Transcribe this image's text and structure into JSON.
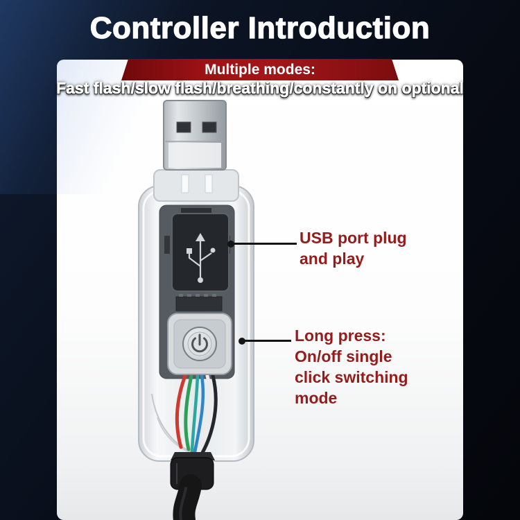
{
  "title": "Controller Introduction",
  "ribbon": {
    "heading": "Multiple modes:",
    "subheading": "Fast flash/slow flash/breathing/constantly on optional"
  },
  "callouts": {
    "usb_port": {
      "lines": [
        "USB port plug",
        "and play"
      ]
    },
    "long_press": {
      "lines": [
        "Long press:",
        "On/off single",
        "click switching",
        "mode"
      ]
    }
  },
  "colors": {
    "accent_red": "#961b1b",
    "ribbon_red": "#9c1215",
    "background_dark": "#0a0f18",
    "card_white": "#ffffff",
    "pointer_black": "#141414",
    "wire_colors": [
      "#cf3a30",
      "#2f9e57",
      "#2aa8a0",
      "#2e86c8",
      "#ececed",
      "#23262a"
    ]
  }
}
